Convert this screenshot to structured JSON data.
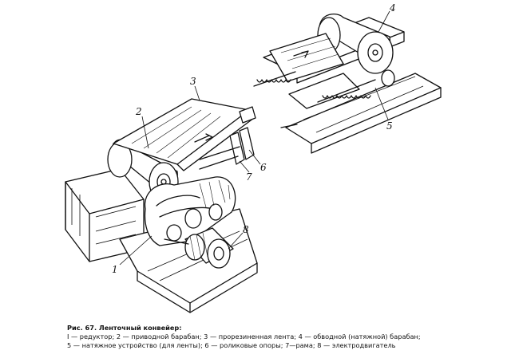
{
  "figure": {
    "callouts": [
      "1",
      "2",
      "3",
      "4",
      "5",
      "6",
      "7",
      "8"
    ]
  },
  "caption": {
    "title": "Рис. 67. Ленточный конвейер:",
    "line1": "I — редуктор;   2 — приводной   барабан; 3 — прорезиненная   лента;   4 — обводной (натяжной) барабан;",
    "line2": "5 — натяжное устройство (для ленты); 6 — роликовые опоры; 7—рама; 8 — электродвигатель"
  }
}
